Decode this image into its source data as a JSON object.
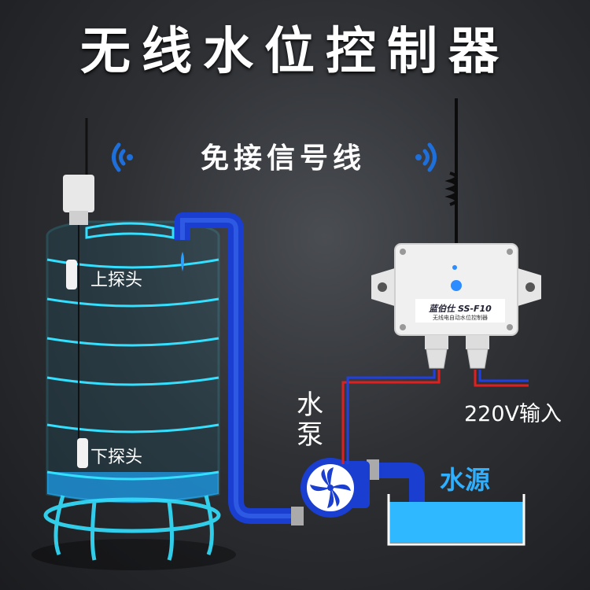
{
  "title": "无线水位控制器",
  "subtitle": "免接信号线",
  "labels": {
    "upper_probe": "上探头",
    "lower_probe": "下探头",
    "pump": "水泵",
    "power": "220V输入",
    "water_source": "水源"
  },
  "device": {
    "model": "蓝伯仕 SS-F10",
    "subtitle": "无线电自动水位控制器"
  },
  "icons": [
    "wifi-signal-icon",
    "antenna-icon",
    "fan-icon"
  ],
  "colors": {
    "background": "#2e3034",
    "tank_outline": "#33e0ff",
    "water": "#1ea7ff",
    "pipe": "#1a3fd0",
    "wire_red": "#e02020",
    "wire_blue": "#2040e0"
  }
}
